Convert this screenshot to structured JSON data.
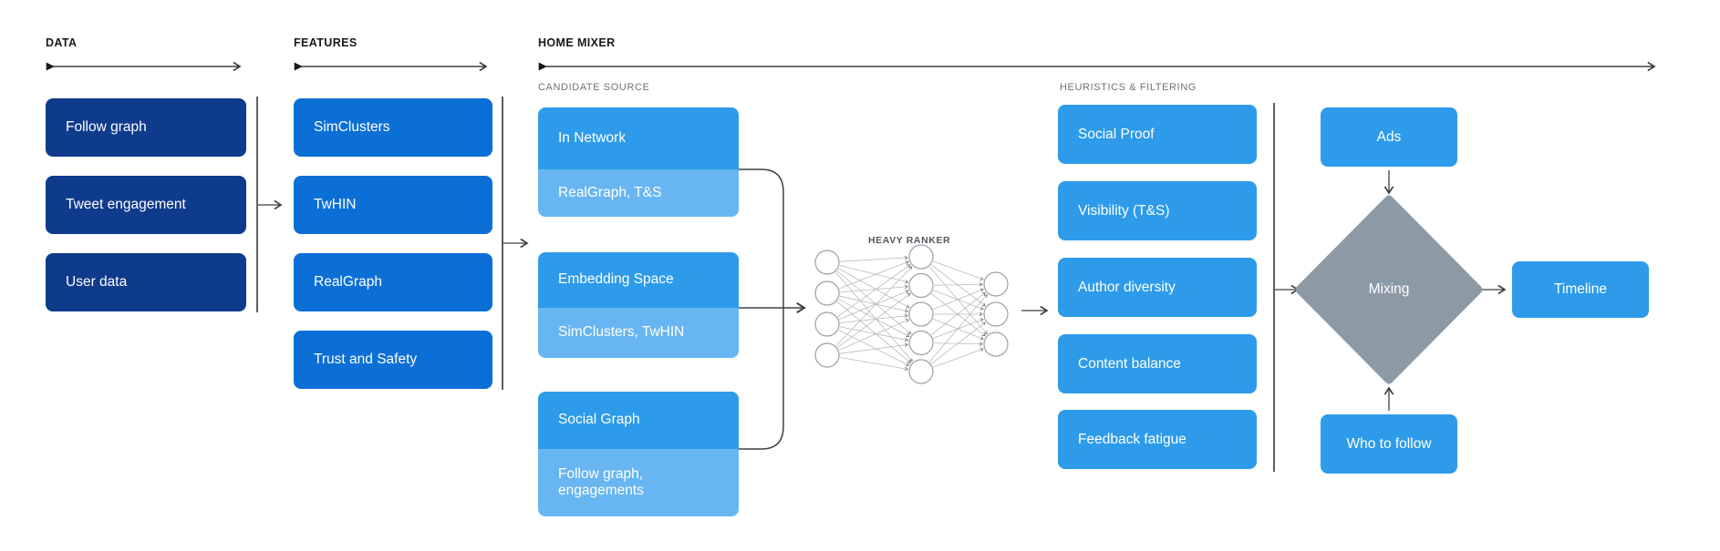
{
  "title": "Twitter Home Mixer recommendation pipeline diagram",
  "colors": {
    "navy": "#0E3B8C",
    "blue": "#0C6FD6",
    "azure": "#2D9BEA",
    "light_blue": "#67B6F1",
    "slate_diamond": "#8C9AA6",
    "line": "#3c4043",
    "background": "#ffffff"
  },
  "sections": {
    "data": {
      "label": "DATA",
      "items": [
        "Follow graph",
        "Tweet engagement",
        "User data"
      ]
    },
    "features": {
      "label": "FEATURES",
      "items": [
        "SimClusters",
        "TwHIN",
        "RealGraph",
        "Trust and Safety"
      ]
    },
    "home_mixer": {
      "label": "HOME MIXER"
    },
    "candidate_source": {
      "label": "CANDIDATE SOURCE",
      "groups": [
        {
          "primary": "In Network",
          "secondary": "RealGraph, T&S"
        },
        {
          "primary": "Embedding Space",
          "secondary": "SimClusters, TwHIN"
        },
        {
          "primary": "Social Graph",
          "secondary": "Follow graph,\nengagements"
        }
      ]
    },
    "heavy_ranker": {
      "label": "HEAVY RANKER",
      "layers": [
        4,
        5,
        3
      ]
    },
    "heuristics": {
      "label": "HEURISTICS & FILTERING",
      "items": [
        "Social Proof",
        "Visibility (T&S)",
        "Author diversity",
        "Content balance",
        "Feedback fatigue"
      ]
    },
    "mixing": {
      "ads": "Ads",
      "mixing": "Mixing",
      "who_to_follow": "Who to follow",
      "timeline": "Timeline"
    }
  }
}
